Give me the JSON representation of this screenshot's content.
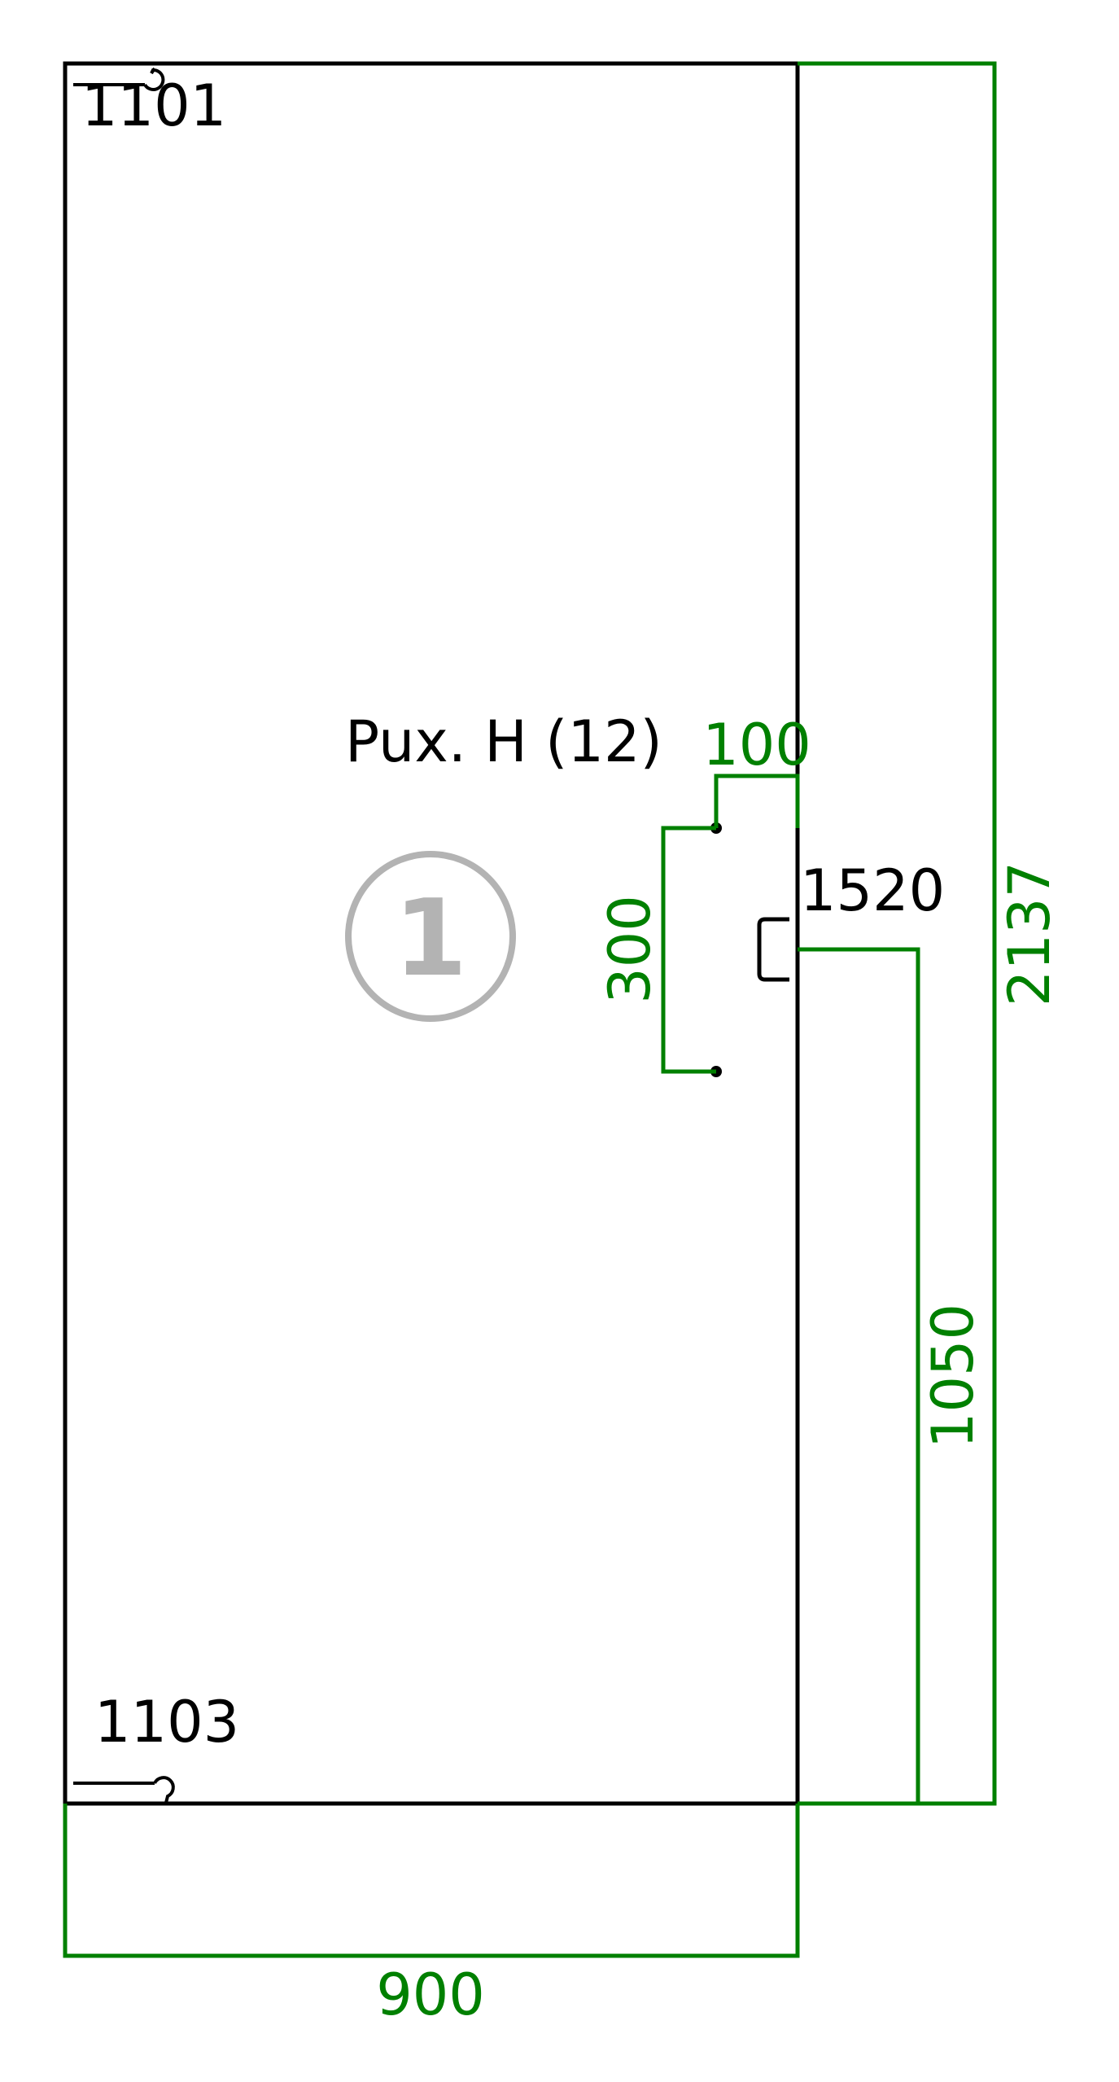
{
  "drawing": {
    "colors": {
      "outline": "#000000",
      "dimension": "#008000",
      "marker": "#b3b3b3"
    },
    "labels": {
      "top_hinge": "1101",
      "bottom_hinge": "1103",
      "handle": "1520",
      "center": "Pux. H (12)"
    },
    "marker_number": "1",
    "dimensions": {
      "width": "900",
      "height": "2137",
      "handle_height": "1050",
      "hole_spacing": "300",
      "hole_offset": "100"
    }
  }
}
